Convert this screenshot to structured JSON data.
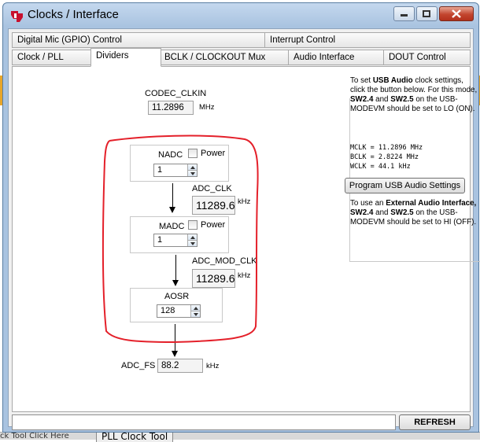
{
  "window": {
    "title": "Clocks / Interface"
  },
  "tabs_top": [
    {
      "label": "Digital Mic (GPIO) Control"
    },
    {
      "label": "Interrupt Control"
    }
  ],
  "tabs_bottom": [
    {
      "label": "Clock / PLL"
    },
    {
      "label": "Dividers",
      "active": true
    },
    {
      "label": "BCLK / CLOCKOUT  Mux"
    },
    {
      "label": "Audio Interface"
    },
    {
      "label": "DOUT Control"
    }
  ],
  "dividers": {
    "codec_clkin": {
      "label": "CODEC_CLKIN",
      "value": "11.2896",
      "unit": "MHz"
    },
    "nadc": {
      "label": "NADC",
      "power_label": "Power",
      "value": "1"
    },
    "adc_clk": {
      "label": "ADC_CLK",
      "value": "11289.6",
      "unit": "kHz"
    },
    "madc": {
      "label": "MADC",
      "power_label": "Power",
      "value": "1"
    },
    "adc_mod_clk": {
      "label": "ADC_MOD_CLK",
      "value": "11289.6",
      "unit": "kHz"
    },
    "aosr": {
      "label": "AOSR",
      "value": "128"
    },
    "adc_fs": {
      "label": "ADC_FS",
      "value": "88.2",
      "unit": "kHz"
    }
  },
  "info": {
    "usb_p1": "To set ",
    "usb_b1": "USB Audio",
    "usb_p2": " clock settings, click the button below. For this mode, ",
    "usb_b2": "SW2.4",
    "usb_p3": " and ",
    "usb_b3": "SW2.5",
    "usb_p4": " on the USB-MODEVM should be set to LO (ON).",
    "mclk": "MCLK = 11.2896 MHz",
    "bclk": "BCLK = 2.8224 MHz",
    "wclk": "WCLK = 44.1 kHz",
    "usb_button": "Program USB Audio Settings",
    "ext_p1": "To use an ",
    "ext_b1": "External Audio Interface, SW2.4",
    "ext_p2": " and ",
    "ext_b2": "SW2.5",
    "ext_p3": " on the USB-MODEVM should be set to HI (OFF)."
  },
  "footer": {
    "refresh_label": "REFRESH"
  },
  "background": {
    "bottom_text": "ck Tool Click Here",
    "bottom_tab": "PLL Clock Tool"
  },
  "colors": {
    "annotation_red": "#e4202a",
    "title_bar": "#a9c3e0",
    "close_button": "#c3452e"
  }
}
